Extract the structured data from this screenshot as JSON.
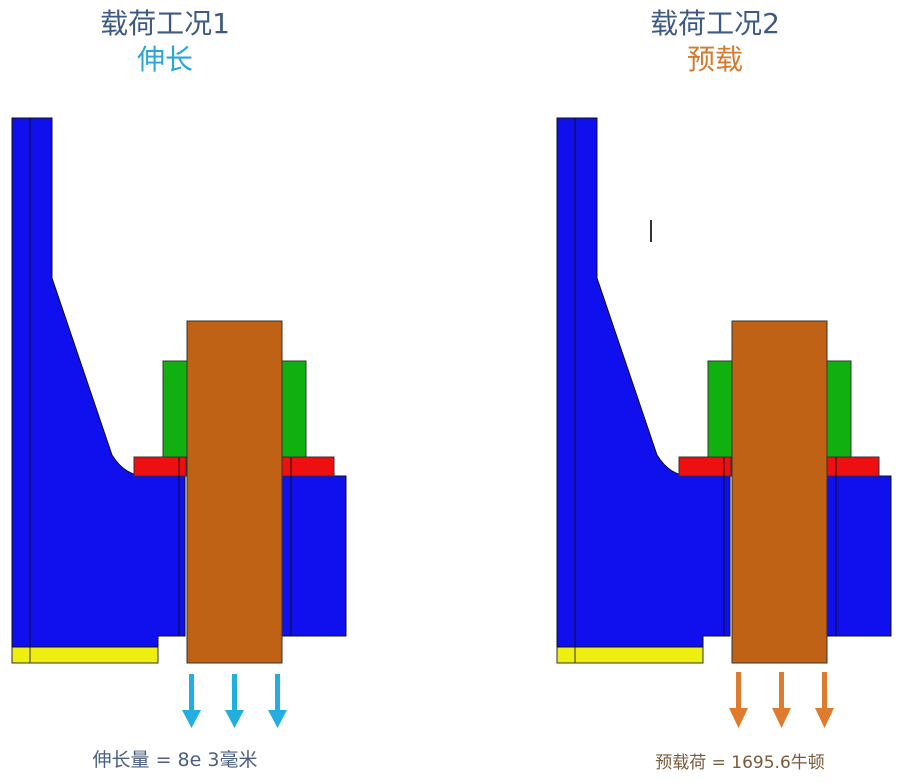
{
  "case1": {
    "title": "载荷工况1",
    "subtitle": "伸长",
    "caption": "伸长量 = 8e 3毫米",
    "arrow_color": "#22aee0"
  },
  "case2": {
    "title": "载荷工况2",
    "subtitle": "预载",
    "caption": "预载荷 = 1695.6牛顿",
    "arrow_color": "#e07a2c"
  },
  "colors": {
    "bracket": "#1010ee",
    "bolt": "#c06216",
    "washer": "#10b010",
    "nut": "#ee1010",
    "base": "#eeee10"
  }
}
